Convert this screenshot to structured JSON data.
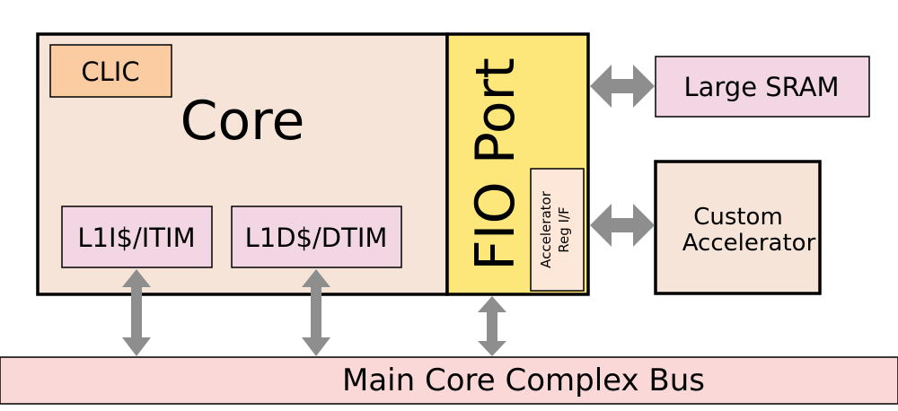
{
  "colors": {
    "core_fill": "#f5e4d7",
    "clic_fill": "#fbcba2",
    "cache_fill": "#f2d6e3",
    "fio_fill": "#fde67a",
    "accel_reg_fill": "#fde7d8",
    "sram_fill": "#f2d6e3",
    "custom_accel_fill": "#f5e4d7",
    "bus_fill": "#fbd8d8",
    "arrow_fill": "#8e8e8e",
    "stroke": "#000000"
  },
  "core": {
    "label": "Core",
    "clic_label": "CLIC",
    "l1i_label": "L1I$/ITIM",
    "l1d_label": "L1D$/DTIM"
  },
  "fio": {
    "label": "FIO Port",
    "accel_reg_line1": "Accelerator",
    "accel_reg_line2": "Reg I/F"
  },
  "sram": {
    "label": "Large SRAM"
  },
  "custom_accelerator": {
    "line1": "Custom",
    "line2": "Accelerator"
  },
  "bus": {
    "label": "Main Core Complex Bus"
  },
  "arrows": [
    {
      "id": "l1i-bus",
      "icon": "double-arrow-vertical"
    },
    {
      "id": "l1d-bus",
      "icon": "double-arrow-vertical"
    },
    {
      "id": "fio-bus",
      "icon": "double-arrow-vertical"
    },
    {
      "id": "fio-sram",
      "icon": "double-arrow-horizontal"
    },
    {
      "id": "fio-accel",
      "icon": "double-arrow-horizontal"
    }
  ]
}
